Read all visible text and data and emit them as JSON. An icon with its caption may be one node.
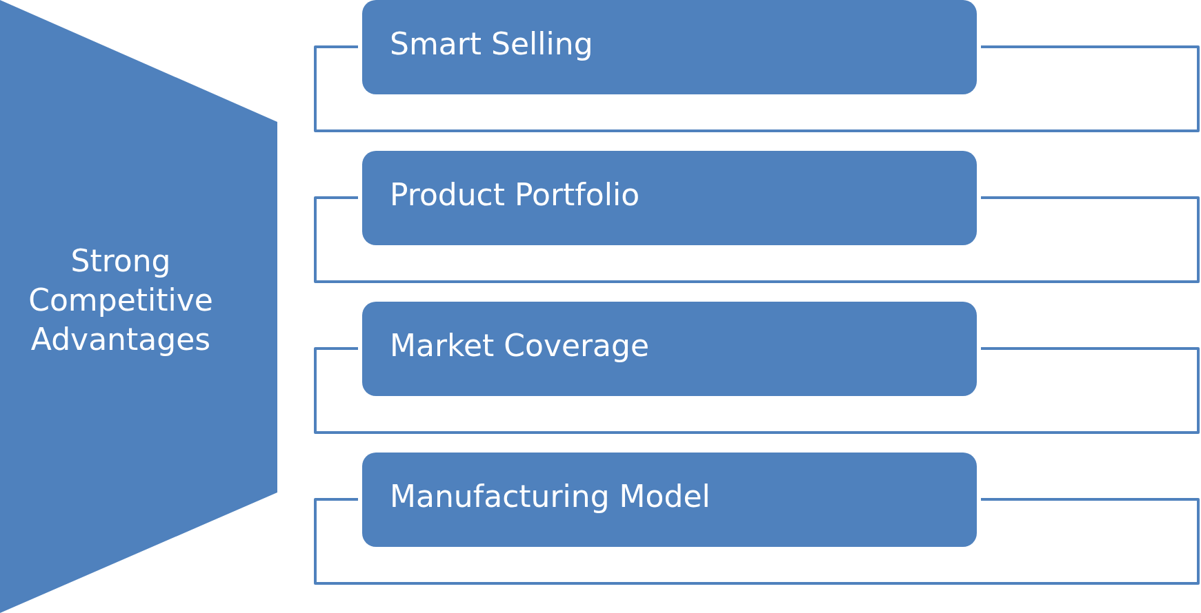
{
  "diagram": {
    "nodes": [
      {
        "text": [
          "Strong Competitive Advantages"
        ]
      },
      {
        "text": [
          "Smart Selling"
        ]
      },
      {
        "text": [
          "Product Portfolio"
        ]
      },
      {
        "text": [
          "Market Coverage"
        ]
      },
      {
        "text": [
          "Manufacturing Model"
        ]
      }
    ]
  }
}
